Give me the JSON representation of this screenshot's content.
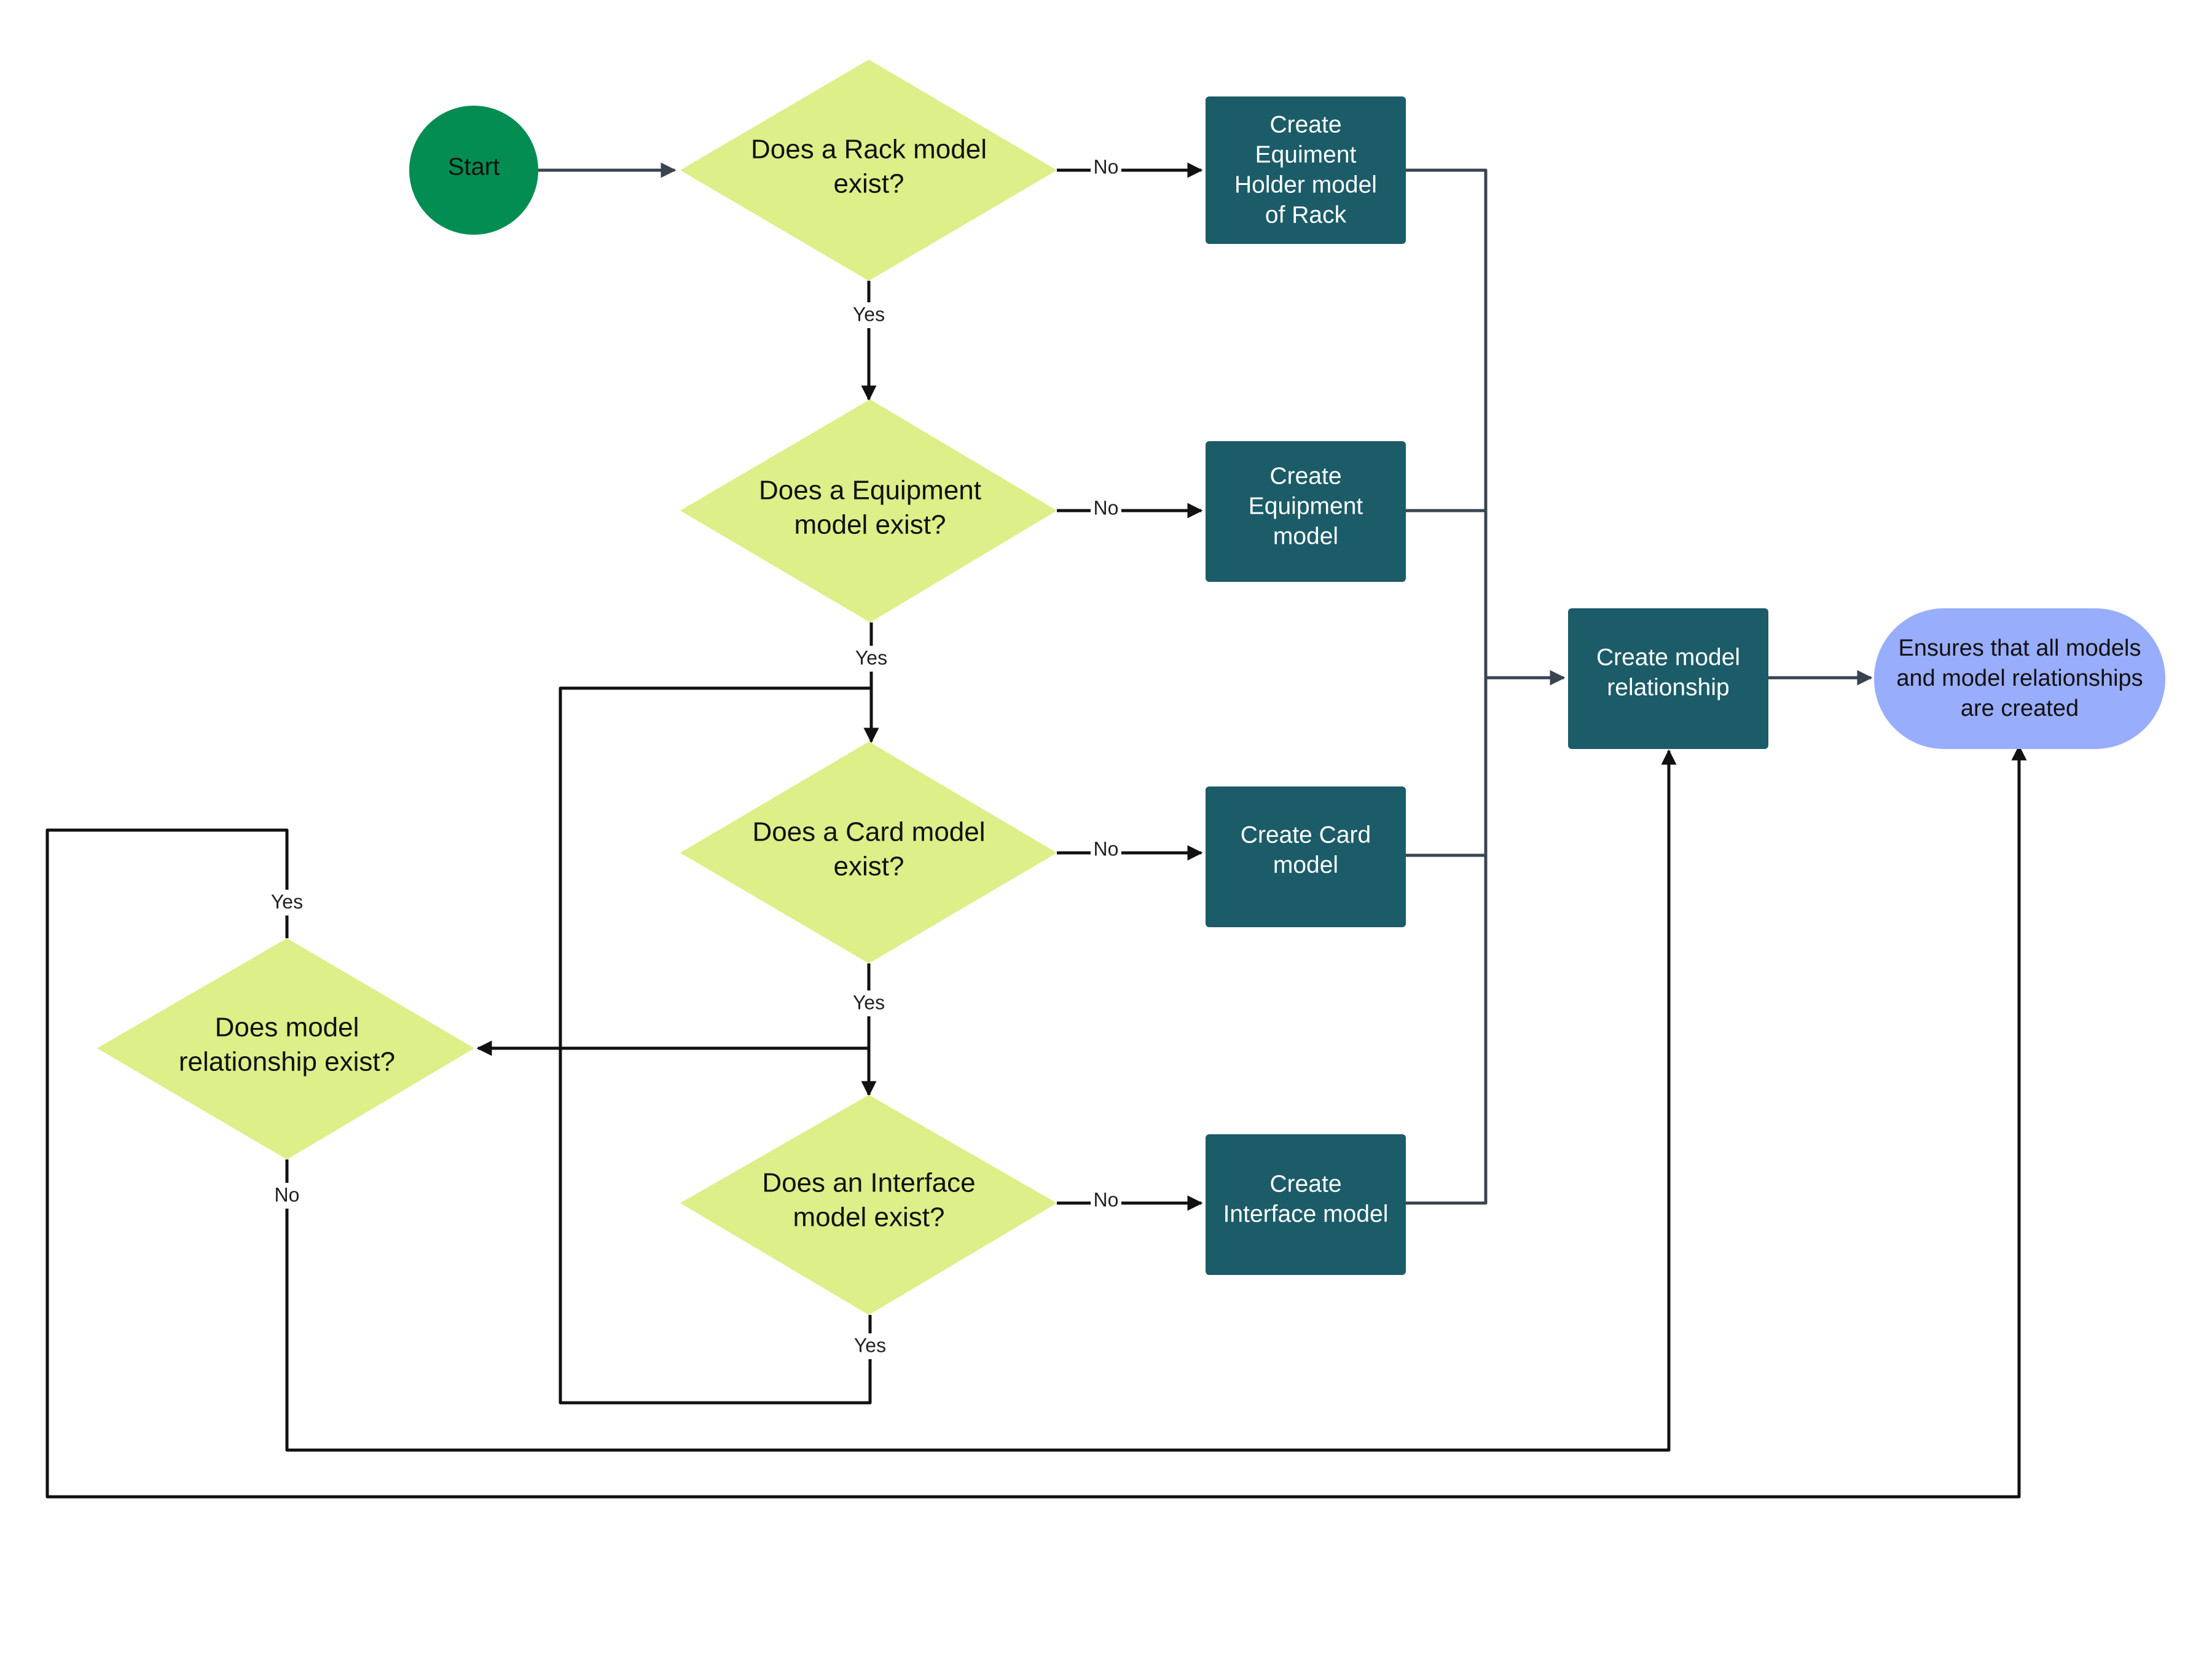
{
  "colors": {
    "decision_fill": "#dcef88",
    "process_fill": "#1b5c68",
    "start_fill": "#038d52",
    "end_fill": "#99adfd",
    "edge_dark": "#111111",
    "edge_slate": "#3a4450"
  },
  "nodes": {
    "start": "Start",
    "q_rack": [
      "Does a Rack model",
      "exist?"
    ],
    "q_equipment": [
      "Does a Equipment",
      "model exist?"
    ],
    "q_card": [
      "Does a Card model",
      "exist?"
    ],
    "q_interface": [
      "Does an Interface",
      "model exist?"
    ],
    "q_relationship": [
      "Does model",
      "relationship exist?"
    ],
    "create_holder": [
      "Create",
      "Equiment",
      "Holder model",
      "of Rack"
    ],
    "create_equipment": [
      "Create",
      "Equipment",
      "model"
    ],
    "create_card": [
      "Create Card",
      "model"
    ],
    "create_interface": [
      "Create",
      "Interface model"
    ],
    "create_relationship": [
      "Create model",
      "relationship"
    ],
    "end": [
      "Ensures that all models",
      "and model relationships",
      "are created"
    ]
  },
  "edge_labels": {
    "rack_no": "No",
    "rack_yes": "Yes",
    "equipment_no": "No",
    "equipment_yes": "Yes",
    "card_no": "No",
    "card_yes": "Yes",
    "interface_no": "No",
    "interface_yes": "Yes",
    "relationship_yes": "Yes",
    "relationship_no": "No"
  }
}
